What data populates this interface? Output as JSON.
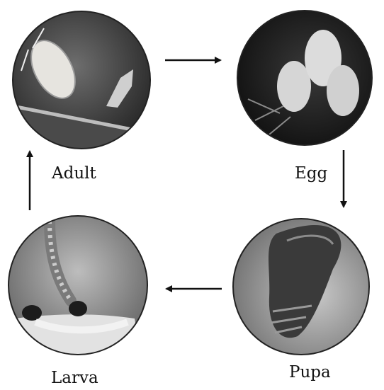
{
  "stages": [
    {
      "id": "adult",
      "label": "Adult"
    },
    {
      "id": "egg",
      "label": "Egg"
    },
    {
      "id": "pupa",
      "label": "Pupa"
    },
    {
      "id": "larva",
      "label": "Larva"
    }
  ],
  "colors": {
    "arrow": "#111111",
    "photo_dark": "#2b2b2b",
    "photo_mid": "#7a7a7a",
    "photo_light": "#d8d8d8"
  }
}
